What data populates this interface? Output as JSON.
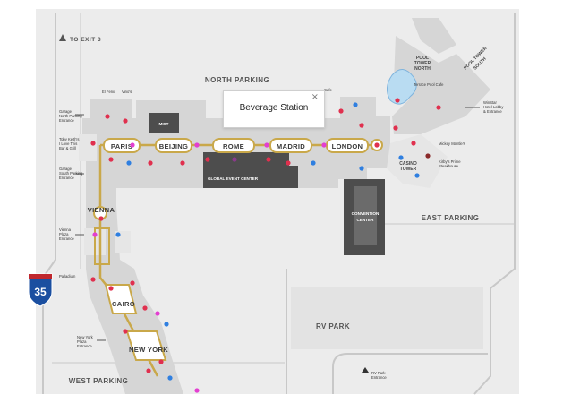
{
  "popup": {
    "title": "Beverage Station",
    "close_glyph": "×"
  },
  "exit": {
    "label": "TO EXIT 3",
    "icon": "arrow-up-icon"
  },
  "parking": {
    "north": "NORTH PARKING",
    "east": "EAST PARKING",
    "west": "WEST PARKING",
    "rv": "RV PARK"
  },
  "highway_shield": "35",
  "cities": [
    "PARIS",
    "BEIJING",
    "ROME",
    "MADRID",
    "LONDON",
    "VIENNA",
    "CAIRO",
    "NEW YORK"
  ],
  "buildings": {
    "global_event_center": "GLOBAL EVENT CENTER",
    "convention_line1": "CONVENTION",
    "convention_line2": "CENTER",
    "mist": "MIST",
    "pool_tower_north_1": "POOL",
    "pool_tower_north_2": "TOWER",
    "pool_tower_north_3": "NORTH",
    "pool_tower_south_1": "POOL TOWER",
    "pool_tower_south_2": "SOUTH",
    "casino_tower_1": "CASINO",
    "casino_tower_2": "TOWER"
  },
  "entrances": {
    "garage_north": [
      "Garage",
      "North Parking",
      "Entrance"
    ],
    "garage_south": [
      "Garage",
      "South Parking",
      "Entrance"
    ],
    "vienna_plaza": [
      "Vienna",
      "Plaza",
      "Entrance"
    ],
    "new_york_plaza": [
      "New York",
      "Plaza",
      "Entrance"
    ],
    "rv_park": [
      "RV Park",
      "Entrance"
    ],
    "winstar_hotel": [
      "WinStar",
      "Hotel Lobby",
      "& Entrance"
    ]
  },
  "venues": {
    "el_fenix": "El Fenix",
    "vinos": "Vino's",
    "toby_keith": [
      "Toby Keith's",
      "I Love This",
      "Bar & Grill"
    ],
    "palladium": "Palladium",
    "mickey_mantle": "Mickey Mantle's",
    "kirby_prime": [
      "Kirby's Prime",
      "Steakhouse"
    ],
    "pool_bar": "Terrace Pool Cafe",
    "cafe_partial": "Cafe"
  },
  "colors": {
    "route_gold": "#c9a84a",
    "building_gray": "#d6d6d6",
    "dark_building": "#4d4d4d",
    "road": "#c8c8c8",
    "marker_red": "#e0304e",
    "marker_pink": "#e33fd1",
    "marker_blue": "#2f7fe0",
    "marker_maroon": "#8a2a2a",
    "shield_red": "#c0272d",
    "shield_blue": "#1b4fa0"
  }
}
